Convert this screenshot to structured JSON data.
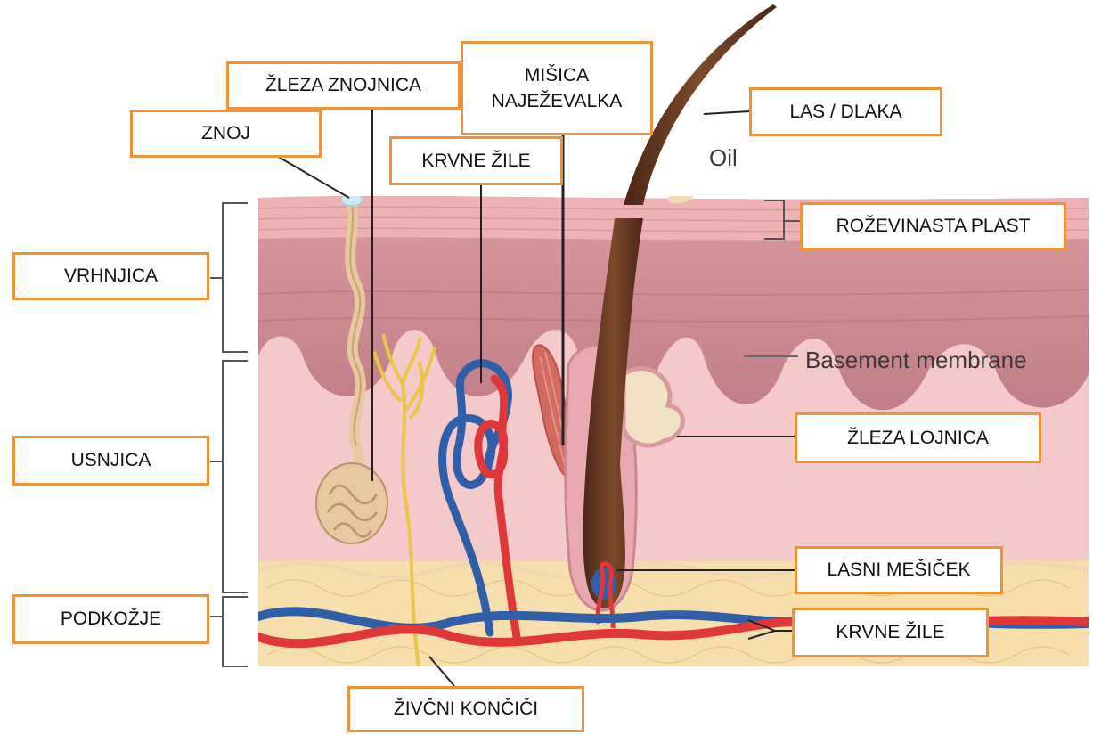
{
  "labels": {
    "znoj": "ZNOJ",
    "zleza_znojnica": "ŽLEZA ZNOJNICA",
    "misica_line1": "MIŠICA",
    "misica_line2": "NAJEŽEVALKA",
    "krvne_zile_top": "KRVNE ŽILE",
    "las_dlaka": "LAS / DLAKA",
    "rozevinasta_plast": "ROŽEVINASTA PLAST",
    "vrhnjica": "VRHNJICA",
    "usnjica": "USNJICA",
    "zleza_lojnica": "ŽLEZA LOJNICA",
    "podkozje": "PODKOŽJE",
    "lasni_mesicek": "LASNI MEŠIČEK",
    "krvne_zile_bottom": "KRVNE ŽILE",
    "zivcni_koncici": "ŽIVČNI KONČIČI"
  },
  "original_text": {
    "oil": "Oil",
    "basement_membrane": "Basement membrane"
  },
  "colors": {
    "label_border": "#f0923a",
    "epidermis": "#c98890",
    "dermis": "#f2c6c8",
    "hypodermis": "#f6deaa",
    "hair": "#6b3c22",
    "artery": "#e0383a",
    "vein": "#2f5fa8",
    "nerve": "#e8c64a",
    "sweat_gland": "#e7c9a0"
  }
}
